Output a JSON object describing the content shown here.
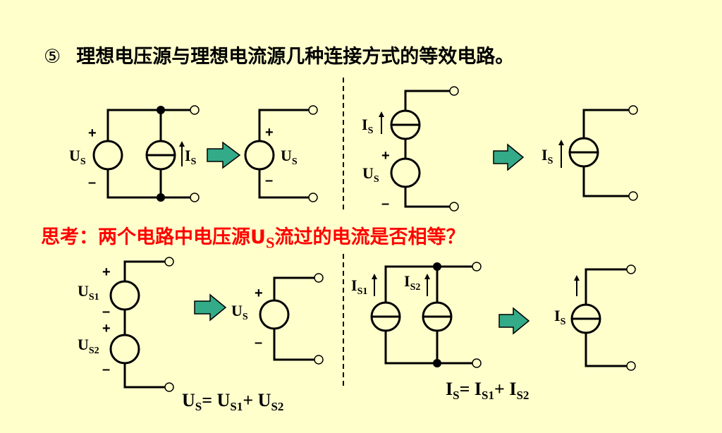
{
  "title": {
    "number": "⑤",
    "text": "理想电压源与理想电流源几种连接方式的等效电路。"
  },
  "question": {
    "prefix": "思考：两个电路中电压源U",
    "sub": "S",
    "suffix": "流过的电流是否相等？"
  },
  "labels": {
    "U": "U",
    "I": "I",
    "S": "S",
    "S1": "S1",
    "S2": "S2",
    "plus": "+",
    "minus": "–",
    "equals": "=",
    "plus_op": "+"
  },
  "colors": {
    "background": "#FFFFCC",
    "wire": "#000000",
    "arrow_fill": "#33AA88",
    "question": "#FF0000"
  },
  "icons": {
    "equivalence_arrow": "right-arrow-icon"
  }
}
